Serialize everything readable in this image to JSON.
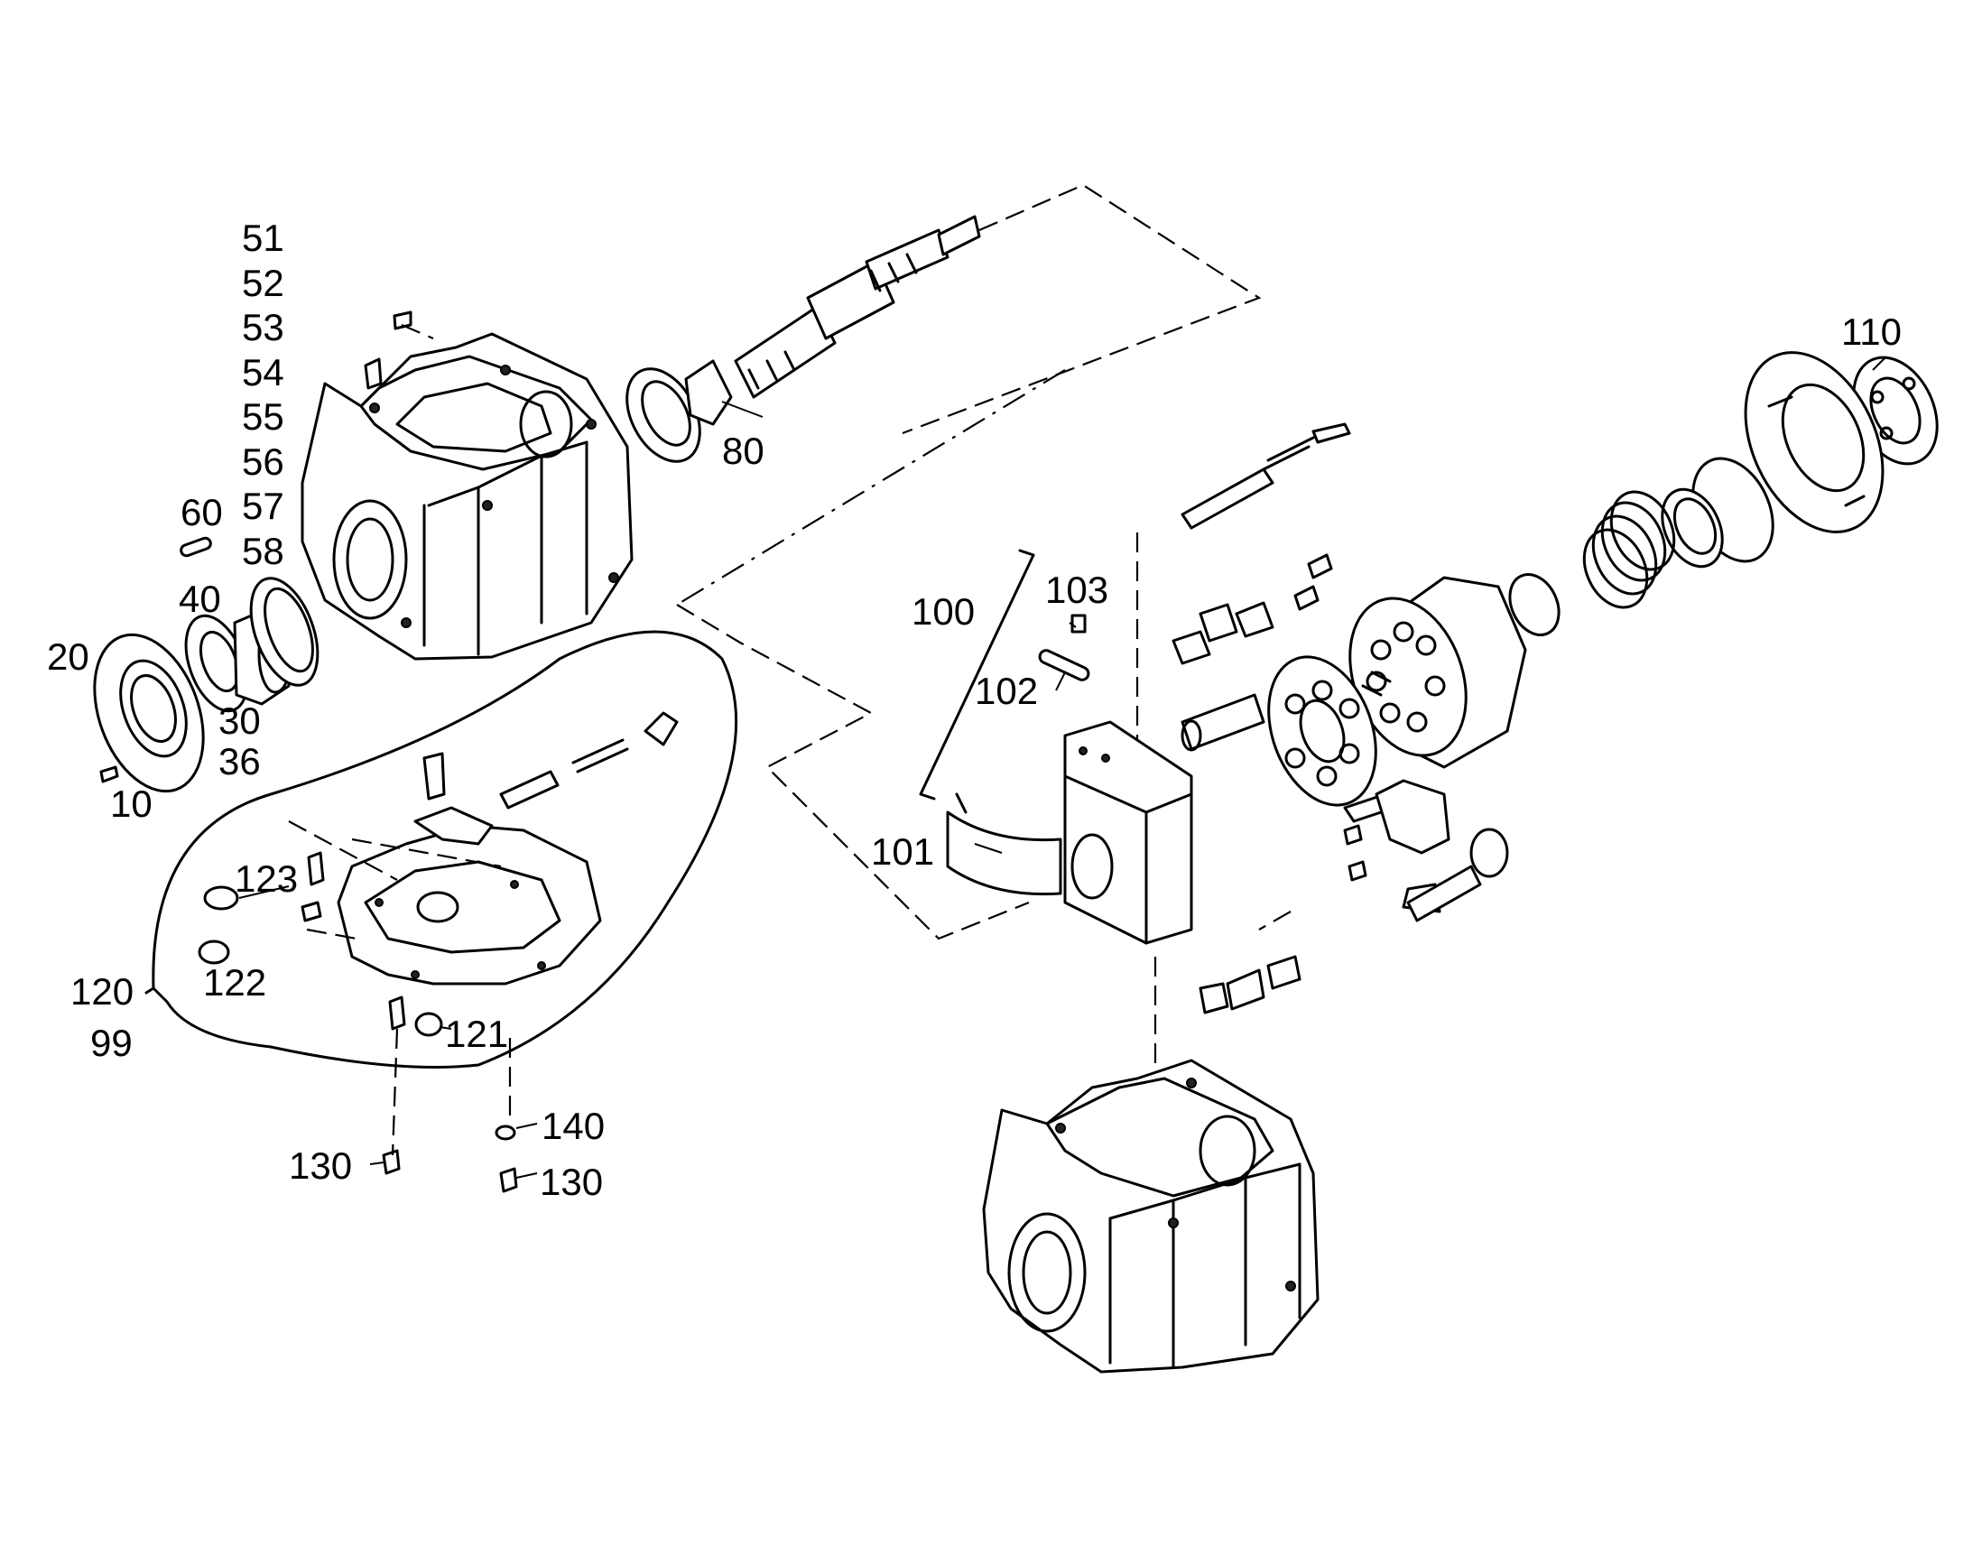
{
  "labels": {
    "l51": "51",
    "l52": "52",
    "l53": "53",
    "l54": "54",
    "l55": "55",
    "l56": "56",
    "l57": "57",
    "l58": "58",
    "l60": "60",
    "l40": "40",
    "l20": "20",
    "l30": "30",
    "l36": "36",
    "l10": "10",
    "l80": "80",
    "l110": "110",
    "l100": "100",
    "l103": "103",
    "l102": "102",
    "l101": "101",
    "l123": "123",
    "l122": "122",
    "l120": "120",
    "l99": "99",
    "l121": "121",
    "l140": "140",
    "l130a": "130",
    "l130b": "130"
  }
}
